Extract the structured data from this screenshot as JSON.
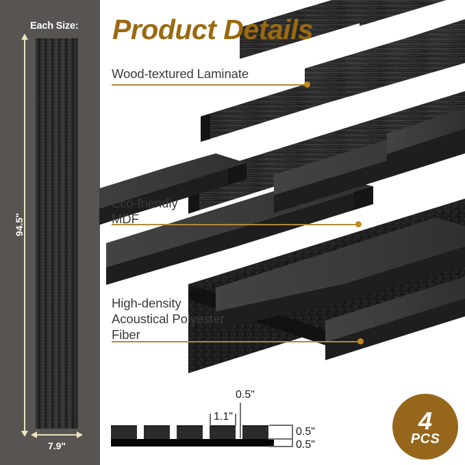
{
  "sidebar": {
    "size_label": "Each Size:",
    "height_dim": "94.5\"",
    "width_dim": "7.9\"",
    "panel_name": "slat-wall-panel-sample",
    "bg_color": "#575451",
    "dim_color": "#ece4c2"
  },
  "header": {
    "title": "Product Details",
    "title_color": "#9a6a10"
  },
  "callouts": [
    {
      "id": "laminate",
      "label": "Wood-textured Laminate",
      "leader_color": "#b08a34",
      "dot_color": "#c08a1c"
    },
    {
      "id": "mdf",
      "label": "Eco-friendly\nMDF",
      "leader_color": "#b08a34",
      "dot_color": "#c08a1c"
    },
    {
      "id": "fiber",
      "label": "High-density\nAcoustical Polyester\nFiber",
      "leader_color": "#b08a34",
      "dot_color": "#c08a1c"
    }
  ],
  "illustration": {
    "layers": [
      {
        "name": "wood-textured-laminate-strips",
        "color": "#2e2e2e"
      },
      {
        "name": "eco-friendly-mdf-slats",
        "color": "#303030"
      },
      {
        "name": "acoustical-polyester-fiber-panel",
        "color": "#1d1d1d"
      }
    ]
  },
  "cross_section": {
    "gap_label": "0.5\"",
    "slat_width_label": "1.1\"",
    "slat_height_label": "0.5\"",
    "base_thickness_label": "0.5\"",
    "slat_count": 5,
    "slat_color": "#2b2b2b",
    "base_color": "#060606"
  },
  "badge": {
    "count": "4",
    "unit": "PCS",
    "color": "#96661b"
  }
}
